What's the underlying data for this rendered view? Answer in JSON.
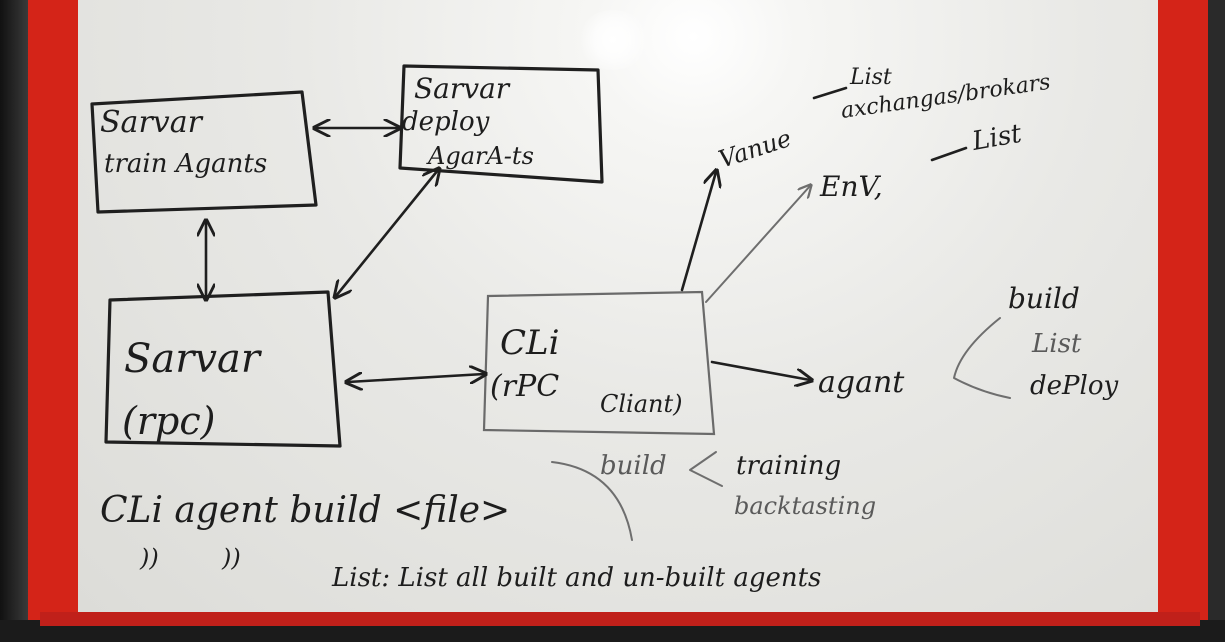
{
  "boxes": {
    "train": [
      "Sarvar",
      "train Agants"
    ],
    "deploy": [
      "Sarvar",
      "deploy",
      "AgarA-ts"
    ],
    "rpc": [
      "Sarvar",
      "(rpc)"
    ],
    "cli": [
      "CLi",
      "(rPC",
      "Cliant)"
    ]
  },
  "right": {
    "venue": "Vanue",
    "venue_list_1": "List",
    "venue_list_2": "axchangas/brokars",
    "env": "EnV,",
    "env_list": "List",
    "agent": "agant",
    "agent_ops": [
      "build",
      "List",
      "dePloy"
    ]
  },
  "cli_build": {
    "label": "build",
    "options": [
      "training",
      "backtasting"
    ]
  },
  "notes": {
    "line1": "CLi agent build <file>",
    "line2_marks": [
      "))",
      "))"
    ],
    "line2_text": "List: List all built and un-built agents"
  },
  "colors": {
    "ink": "#1d1d1d",
    "frame": "#d42418",
    "board": "#ececea"
  }
}
